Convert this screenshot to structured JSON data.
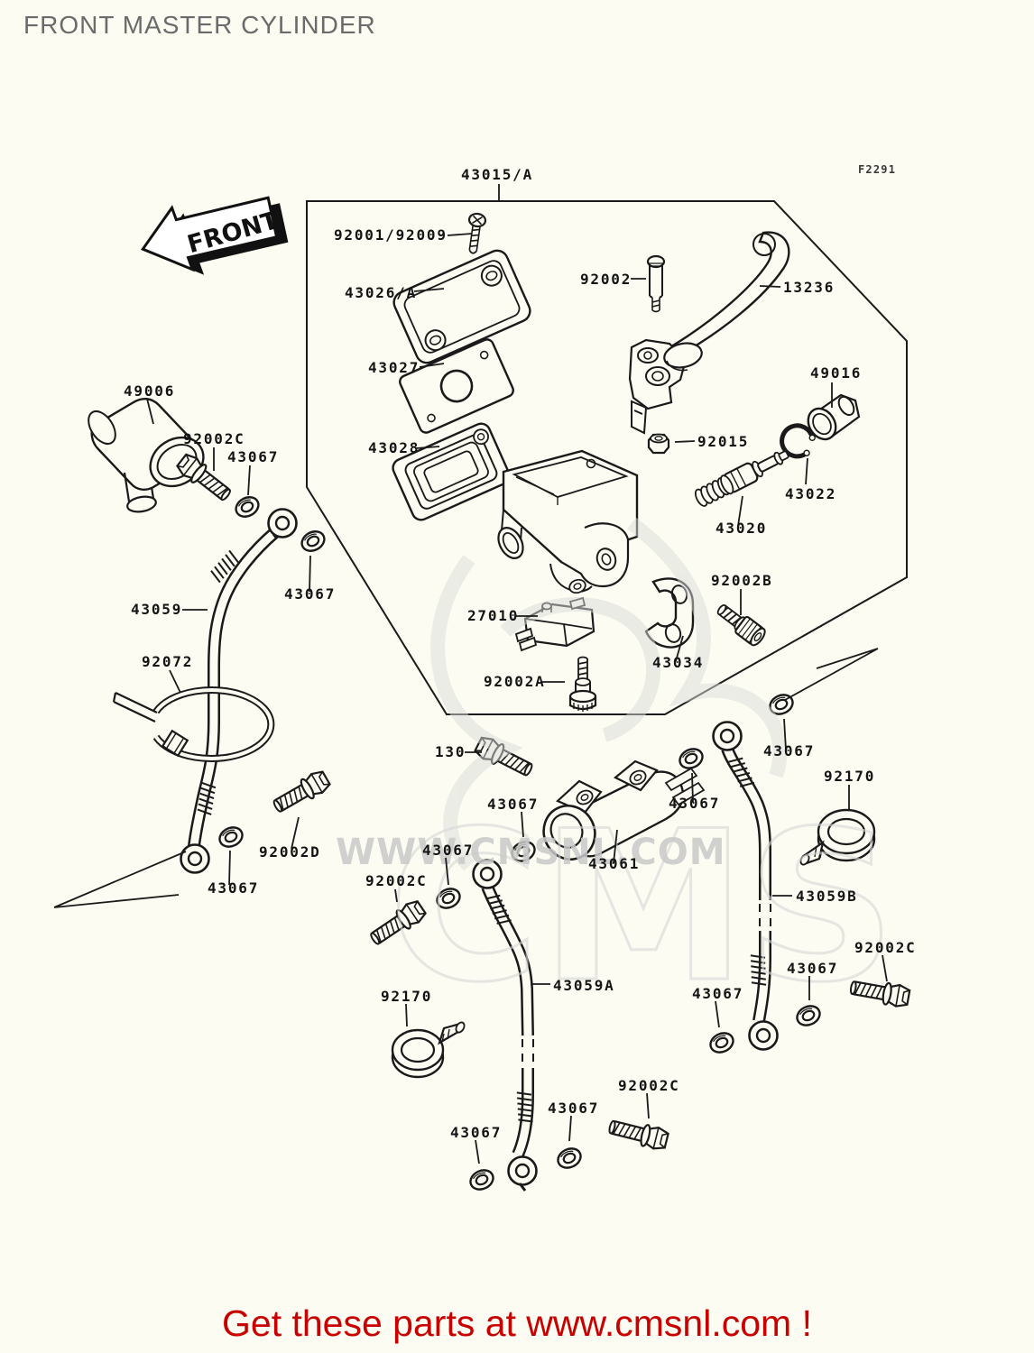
{
  "page": {
    "title": "FRONT MASTER CYLINDER",
    "footer": "Get these parts at www.cmsnl.com !",
    "background_color": "#fcfcf2",
    "line_color": "#1a1a1a",
    "title_color": "#6b6b6b",
    "footer_color": "#c80000",
    "watermark_color": "#c9c9c9"
  },
  "diagram": {
    "figure_code": "F2291",
    "front_arrow_label": "FRONT",
    "assembly_box_label": "43015/A"
  },
  "watermark": {
    "logo_text": "CMS",
    "url_text": "WWW.CMSNL.COM"
  },
  "callouts": [
    "43015/A",
    "F2291",
    "92001/92009",
    "43026/A",
    "92002",
    "13236",
    "43027",
    "49016",
    "49006",
    "92002C",
    "43067",
    "43028",
    "92015",
    "43022",
    "43020",
    "43067",
    "43059",
    "92002B",
    "27010",
    "43034",
    "92072",
    "92002A",
    "43067",
    "92170",
    "130",
    "43067",
    "43067",
    "43061",
    "43067",
    "92002C",
    "92002D",
    "43067",
    "43059B",
    "92170",
    "43059A",
    "43067",
    "43067",
    "92002C",
    "92002C",
    "43067",
    "43067"
  ]
}
